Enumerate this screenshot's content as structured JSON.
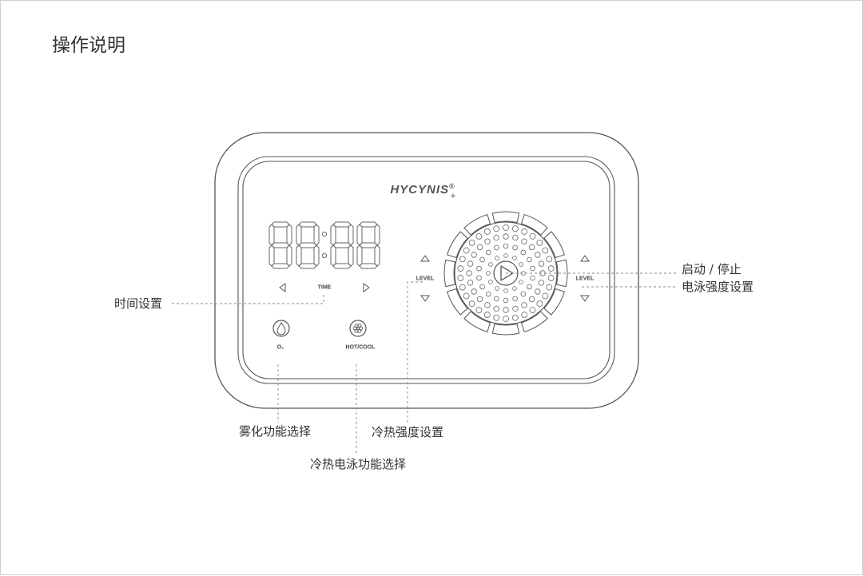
{
  "title": "操作说明",
  "device": {
    "brand": "HYCYNIS",
    "brand_mark": "®",
    "display": "88:88",
    "labels": {
      "time": "TIME",
      "level_left": "LEVEL",
      "level_right": "LEVEL",
      "o2": "O₂",
      "hot_cool": "HOT/COOL"
    }
  },
  "callouts": {
    "time_setting": "时间设置",
    "start_stop": "启动 / 停止",
    "current_intensity": "电泳强度设置",
    "atomize": "雾化功能选择",
    "hotcold_intensity": "冷热强度设置",
    "hotcold_current": "冷热电泳功能选择"
  },
  "colors": {
    "line": "#555555",
    "leader": "#888888",
    "segment": "#666666"
  },
  "icons": [
    "play-icon",
    "droplet-icon",
    "snowflake-icon",
    "arrow-up-icon",
    "arrow-down-icon",
    "arrow-left-icon",
    "arrow-right-icon"
  ]
}
